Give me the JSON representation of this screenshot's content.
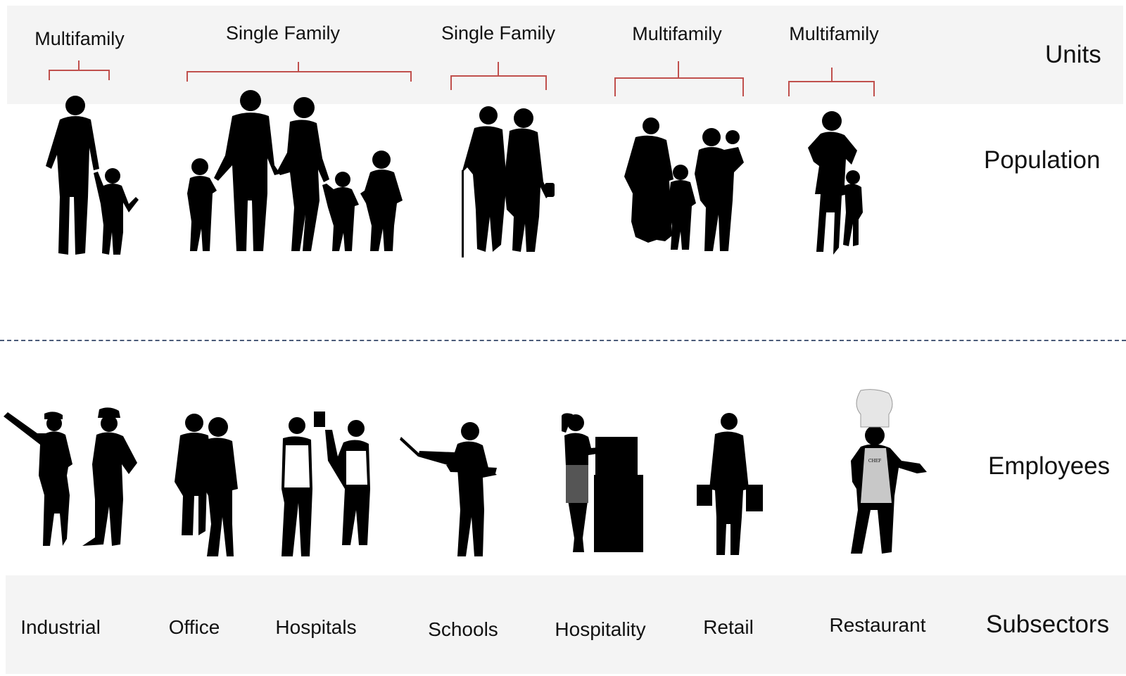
{
  "units": {
    "label": "Units",
    "groups": [
      {
        "label": "Multifamily"
      },
      {
        "label": "Single Family"
      },
      {
        "label": "Single Family"
      },
      {
        "label": "Multifamily"
      },
      {
        "label": "Multifamily"
      }
    ]
  },
  "population": {
    "label": "Population"
  },
  "employees": {
    "label": "Employees"
  },
  "subsectors": {
    "label": "Subsectors",
    "items": [
      "Industrial",
      "Office",
      "Hospitals",
      "Schools",
      "Hospitality",
      "Retail",
      "Restaurant"
    ]
  },
  "icons": {
    "population": [
      "father-with-child-icon",
      "family-of-six-icon",
      "elderly-couple-icon",
      "mothers-with-children-icon",
      "mother-with-daughter-icon"
    ],
    "employees": [
      "industrial-workers-icon",
      "office-workers-icon",
      "hospital-staff-icon",
      "teacher-icon",
      "barista-icon",
      "retail-shopper-icon",
      "chef-icon"
    ],
    "chef_hat_text": "CHEF"
  },
  "colors": {
    "brace": "#c0504d",
    "divider": "#4a5a78",
    "silhouette": "#000000",
    "band": "#f4f4f4"
  }
}
